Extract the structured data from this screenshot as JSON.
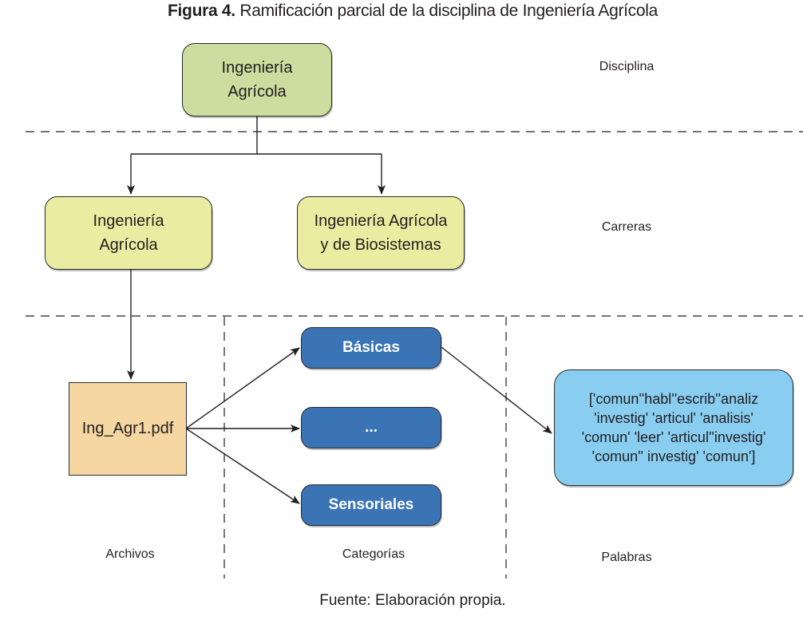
{
  "figure": {
    "title_bold": "Figura 4.",
    "title_rest": " Ramificación parcial de la disciplina de Ingeniería Agrícola",
    "source": "Fuente: Elaboración propia."
  },
  "levels": {
    "disciplina": "Disciplina",
    "carreras": "Carreras",
    "archivos": "Archivos",
    "categorias": "Categorías",
    "palabras": "Palabras"
  },
  "nodes": {
    "discipline": {
      "line1": "Ingeniería",
      "line2": "Agrícola"
    },
    "career1": {
      "line1": "Ingeniería",
      "line2": "Agrícola"
    },
    "career2": {
      "line1": "Ingeniería Agrícola",
      "line2": "y de Biosistemas"
    },
    "file": {
      "label": "Ing_Agr1.pdf"
    },
    "categories": [
      {
        "label": "Básicas"
      },
      {
        "label": "..."
      },
      {
        "label": "Sensoriales"
      }
    ],
    "words": {
      "lines": [
        "['comun''habl''escrib''analiz",
        "'investig' 'articul' 'analisis'",
        "'comun' 'leer' 'articul''investig'",
        "'comun'' investig' 'comun']"
      ]
    }
  },
  "colors": {
    "discipline_fill": "#cddc9f",
    "career_fill": "#e9eca1",
    "file_fill": "#f6d6a1",
    "category_fill": "#3b74b5",
    "words_fill": "#89cdf1"
  }
}
